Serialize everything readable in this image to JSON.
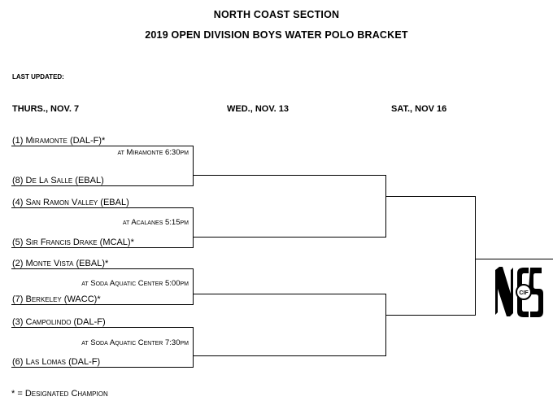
{
  "header": {
    "title_line1": "NORTH COAST SECTION",
    "title_line2": "2019 OPEN DIVISION BOYS WATER POLO BRACKET",
    "last_updated_label": "LAST UPDATED:"
  },
  "rounds": [
    {
      "label": "THURS., NOV. 7"
    },
    {
      "label": "WED., NOV. 13"
    },
    {
      "label": "SAT., NOV 16"
    }
  ],
  "matches": [
    {
      "team_top": "(1) Miramonte (DAL-F)*",
      "venue": "at Miramonte 6:30pm",
      "team_bottom": "(8) De La Salle (EBAL)"
    },
    {
      "team_top": "(4) San Ramon Valley (EBAL)",
      "venue": "at Acalanes 5:15pm",
      "team_bottom": "(5) Sir Francis Drake (MCAL)*"
    },
    {
      "team_top": "(2) Monte Vista (EBAL)*",
      "venue": "at Soda Aquatic Center 5:00pm",
      "team_bottom": "(7) Berkeley (WACC)*"
    },
    {
      "team_top": "(3) Campolindo (DAL-F)",
      "venue": "at Soda Aquatic Center 7:30pm",
      "team_bottom": "(6) Las Lomas (DAL-F)"
    }
  ],
  "logo": {
    "text": "NCS",
    "seal_text": "CIF"
  },
  "legend": "* = Designated Champion"
}
